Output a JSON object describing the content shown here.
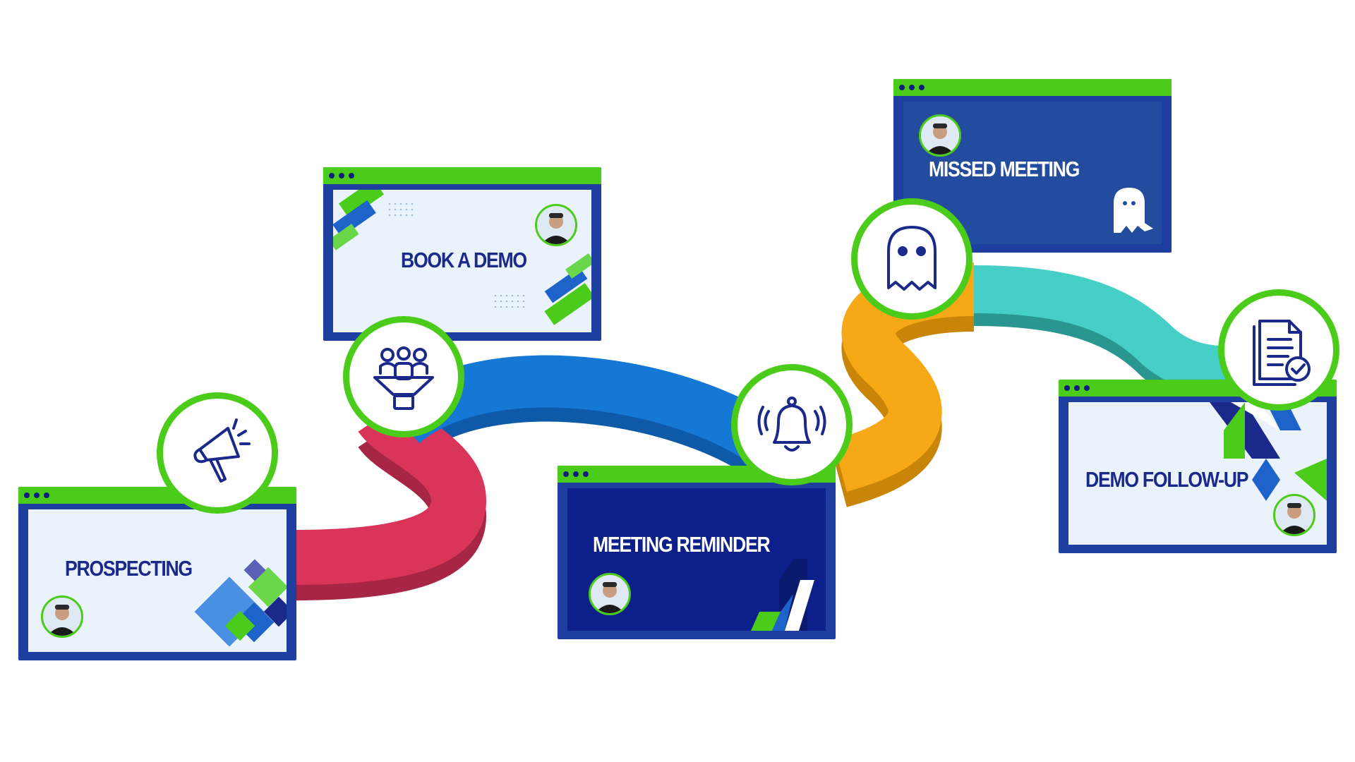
{
  "colors": {
    "card_frame": "#1e3f9f",
    "titlebar": "#4ccc1a",
    "light_screen": "#eaf3fb",
    "dark_screen": "#0c1f8a",
    "text_dark": "#1b2a8a",
    "path_red": "#d9345a",
    "path_blue": "#1478d4",
    "path_orange": "#f6a816",
    "path_teal": "#45cfc7"
  },
  "steps": [
    {
      "id": "prospecting",
      "label": "PROSPECTING",
      "icon": "megaphone-icon"
    },
    {
      "id": "book-demo",
      "label": "BOOK A DEMO",
      "icon": "group-funnel-icon"
    },
    {
      "id": "meeting-reminder",
      "label": "MEETING REMINDER",
      "icon": "bell-ringing-icon"
    },
    {
      "id": "missed-meeting",
      "label": "MISSED MEETING",
      "icon": "ghost-icon"
    },
    {
      "id": "demo-follow-up",
      "label": "DEMO FOLLOW-UP",
      "icon": "document-check-icon"
    }
  ]
}
